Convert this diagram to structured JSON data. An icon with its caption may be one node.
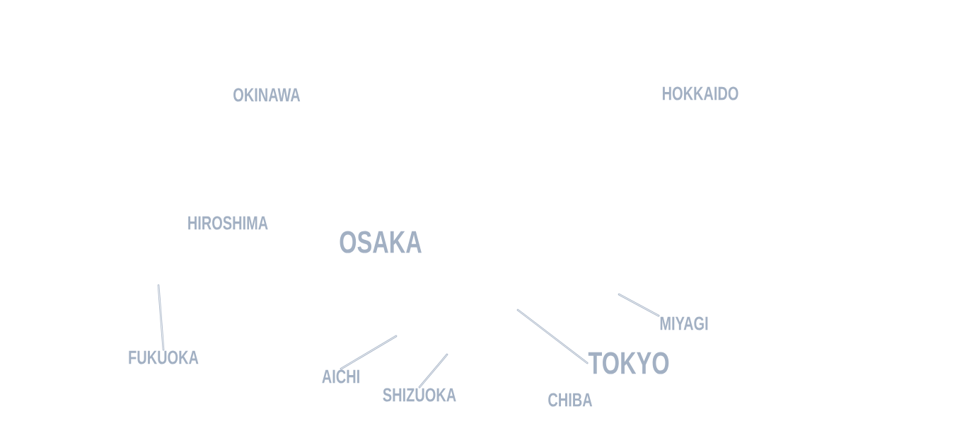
{
  "diagram": {
    "nodes": [
      {
        "text": [
          "MIYAGI"
        ]
      },
      {
        "text": [
          "FUKUOKA"
        ]
      },
      {
        "text": [
          "TOKYO"
        ]
      },
      {
        "text": [
          "AICHI"
        ]
      },
      {
        "text": [
          "SHIZUOKA"
        ]
      }
    ],
    "edges": [
      {
        "from": 0,
        "to": null,
        "arrow": "none"
      },
      {
        "from": 1,
        "to": null,
        "arrow": "none"
      },
      {
        "from": 2,
        "to": null,
        "arrow": "none"
      },
      {
        "from": 3,
        "to": null,
        "arrow": "none"
      },
      {
        "from": 4,
        "to": null,
        "arrow": "none"
      }
    ],
    "labels": [
      "OKINAWA",
      "HOKKAIDO",
      "HIROSHIMA",
      "OSAKA",
      "CHIBA"
    ]
  }
}
